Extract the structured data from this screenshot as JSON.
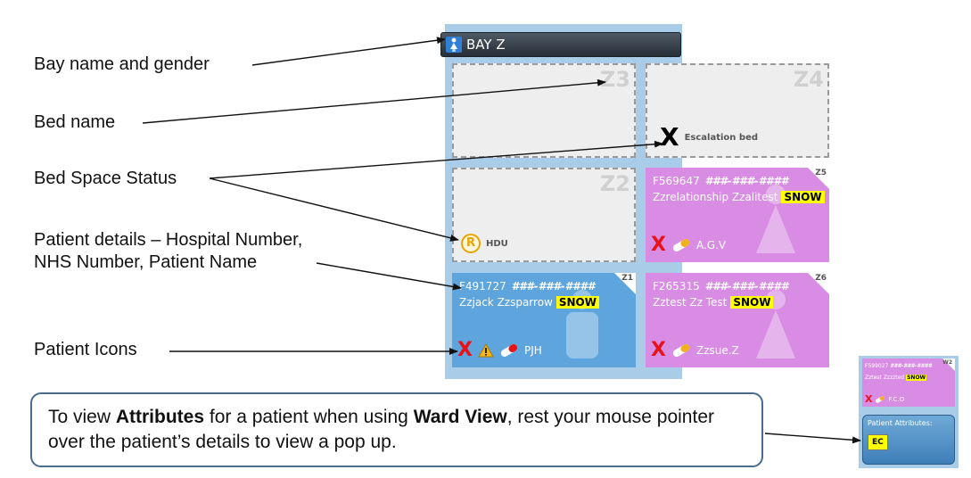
{
  "labels": {
    "bay_name_gender": "Bay name and gender",
    "bed_name": "Bed name",
    "bed_space_status": "Bed Space Status",
    "patient_details_line1": "Patient details – Hospital Number,",
    "patient_details_line2": "NHS Number, Patient Name",
    "patient_icons": "Patient Icons"
  },
  "ward": {
    "bay_title": "BAY Z",
    "beds": {
      "z3": {
        "name": "Z3"
      },
      "z4": {
        "name": "Z4",
        "status": "Escalation bed"
      },
      "z2": {
        "name": "Z2",
        "status_badge": "R",
        "status": "HDU"
      },
      "z5": {
        "name": "Z5",
        "hospital_number": "F569647",
        "nhs_number": "###-###-####",
        "patient_name": "Zzrelationship Zzalitest",
        "tag": "SNOW",
        "initials": "A.G.V"
      },
      "z1": {
        "name": "Z1",
        "hospital_number": "F491727",
        "nhs_number": "###-###-####",
        "patient_name": "Zzjack Zzsparrow",
        "tag": "SNOW",
        "initials": "PJH"
      },
      "z6": {
        "name": "Z6",
        "hospital_number": "F265315",
        "nhs_number": "###-###-####",
        "patient_name": "Zztest Zz Test",
        "tag": "SNOW",
        "initials": "Zzsue.Z"
      }
    }
  },
  "callout": {
    "pre": "To view ",
    "bold1": "Attributes",
    "mid": " for a patient when using ",
    "bold2": "Ward View",
    "post": ", rest your mouse pointer over the patient’s details to view a pop up."
  },
  "mini": {
    "bed_name": "W2",
    "hospital_number": "F599027",
    "nhs_number": "###-###-####",
    "patient_name": "Zztest Zzzzted",
    "tag": "SNOW",
    "initials": "F.C.O",
    "popup_title": "Patient Attributes:",
    "attribute": "EC"
  },
  "icons": [
    "female-gender-icon",
    "red-cross-icon",
    "warning-icon",
    "pill-icon",
    "readmission-badge-icon",
    "escalation-x-icon"
  ],
  "colors": {
    "female_bed": "#d98ce4",
    "male_bed": "#5ea4dd",
    "panel": "#a9cde8",
    "snow_tag": "#ffff00",
    "alert_red": "#e8121a"
  }
}
